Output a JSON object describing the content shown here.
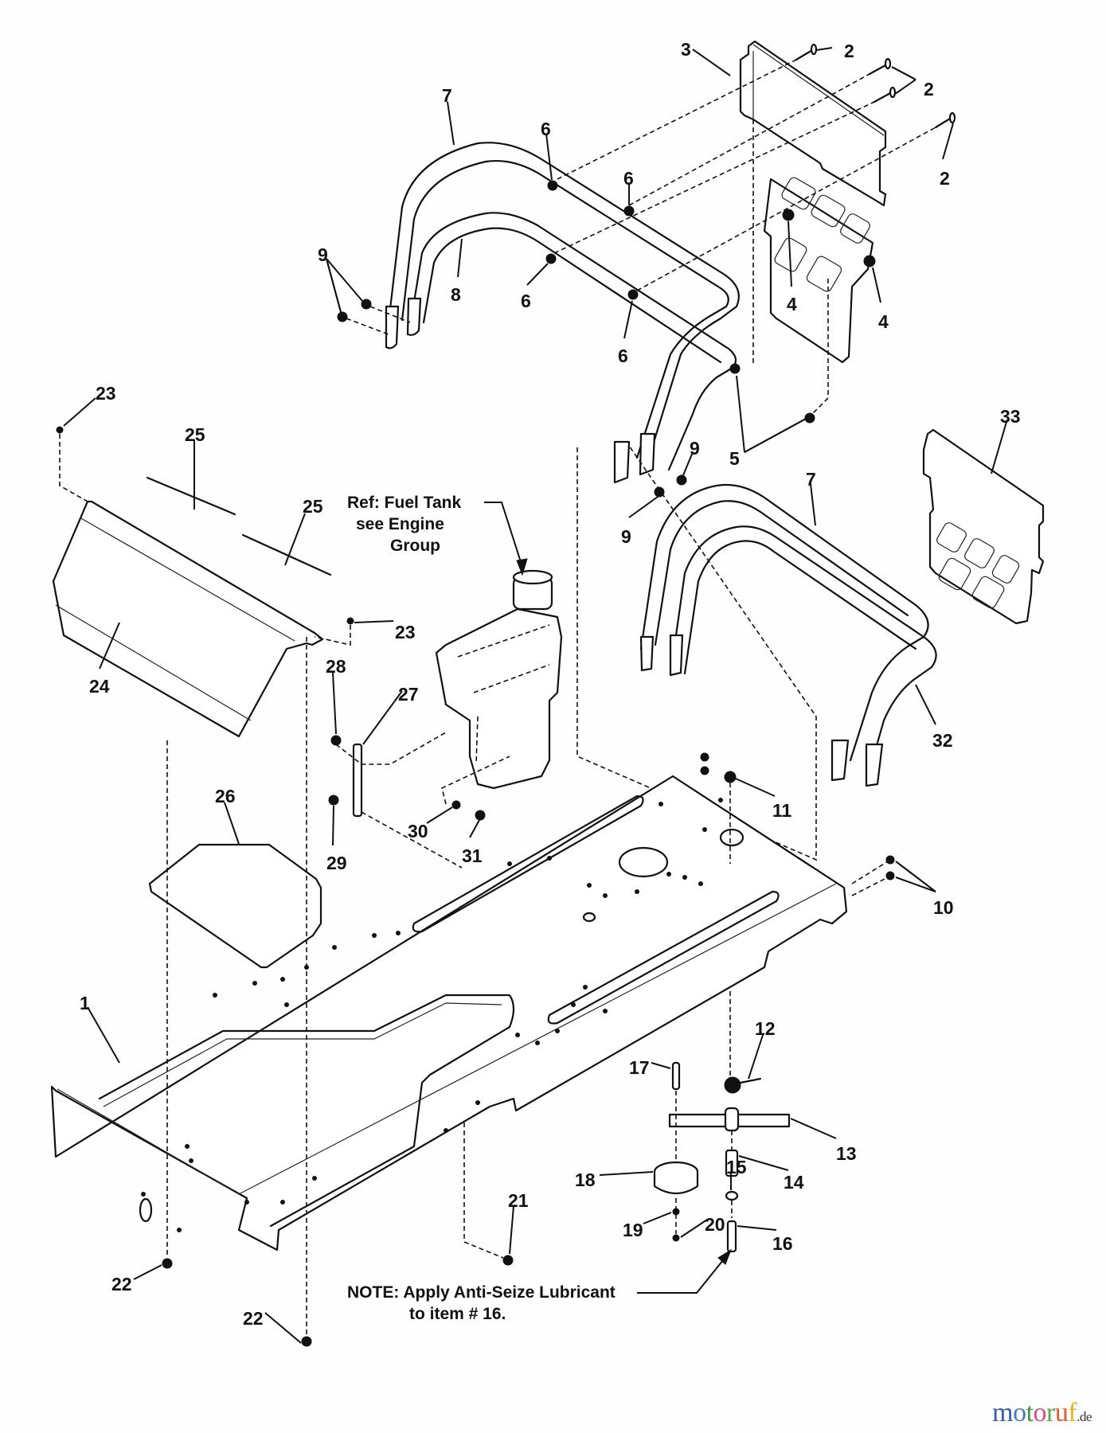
{
  "diagram": {
    "type": "exploded-parts-diagram",
    "callouts": [
      {
        "id": "c2a",
        "label": "2"
      },
      {
        "id": "c2b",
        "label": "2"
      },
      {
        "id": "c2c",
        "label": "2"
      },
      {
        "id": "c3",
        "label": "3"
      },
      {
        "id": "c4a",
        "label": "4"
      },
      {
        "id": "c4b",
        "label": "4"
      },
      {
        "id": "c5",
        "label": "5"
      },
      {
        "id": "c6a",
        "label": "6"
      },
      {
        "id": "c6b",
        "label": "6"
      },
      {
        "id": "c6c",
        "label": "6"
      },
      {
        "id": "c6d",
        "label": "6"
      },
      {
        "id": "c7a",
        "label": "7"
      },
      {
        "id": "c7b",
        "label": "7"
      },
      {
        "id": "c8",
        "label": "8"
      },
      {
        "id": "c9a",
        "label": "9"
      },
      {
        "id": "c9b",
        "label": "9"
      },
      {
        "id": "c9c",
        "label": "9"
      },
      {
        "id": "c10",
        "label": "10"
      },
      {
        "id": "c11",
        "label": "11"
      },
      {
        "id": "c12",
        "label": "12"
      },
      {
        "id": "c13",
        "label": "13"
      },
      {
        "id": "c14",
        "label": "14"
      },
      {
        "id": "c15",
        "label": "15"
      },
      {
        "id": "c16",
        "label": "16"
      },
      {
        "id": "c17",
        "label": "17"
      },
      {
        "id": "c18",
        "label": "18"
      },
      {
        "id": "c19",
        "label": "19"
      },
      {
        "id": "c20",
        "label": "20"
      },
      {
        "id": "c21",
        "label": "21"
      },
      {
        "id": "c22a",
        "label": "22"
      },
      {
        "id": "c22b",
        "label": "22"
      },
      {
        "id": "c23a",
        "label": "23"
      },
      {
        "id": "c23b",
        "label": "23"
      },
      {
        "id": "c24",
        "label": "24"
      },
      {
        "id": "c25a",
        "label": "25"
      },
      {
        "id": "c25b",
        "label": "25"
      },
      {
        "id": "c26",
        "label": "26"
      },
      {
        "id": "c27",
        "label": "27"
      },
      {
        "id": "c28",
        "label": "28"
      },
      {
        "id": "c29",
        "label": "29"
      },
      {
        "id": "c30",
        "label": "30"
      },
      {
        "id": "c31",
        "label": "31"
      },
      {
        "id": "c32",
        "label": "32"
      },
      {
        "id": "c33",
        "label": "33"
      },
      {
        "id": "c1",
        "label": "1"
      }
    ],
    "ref_note": {
      "line1": "Ref: Fuel Tank",
      "line2": "see Engine",
      "line3": "Group"
    },
    "lube_note": {
      "line1": "NOTE: Apply Anti-Seize Lubricant",
      "line2": "to item # 16."
    }
  },
  "watermark": {
    "letters": [
      {
        "ch": "m",
        "color": "#3b5aa8"
      },
      {
        "ch": "o",
        "color": "#4a78c0"
      },
      {
        "ch": "t",
        "color": "#3d9a3d"
      },
      {
        "ch": "o",
        "color": "#d84b8c"
      },
      {
        "ch": "r",
        "color": "#58a845"
      },
      {
        "ch": "u",
        "color": "#e0592b"
      },
      {
        "ch": "f",
        "color": "#e6b41f"
      }
    ],
    "tld": ".de"
  }
}
